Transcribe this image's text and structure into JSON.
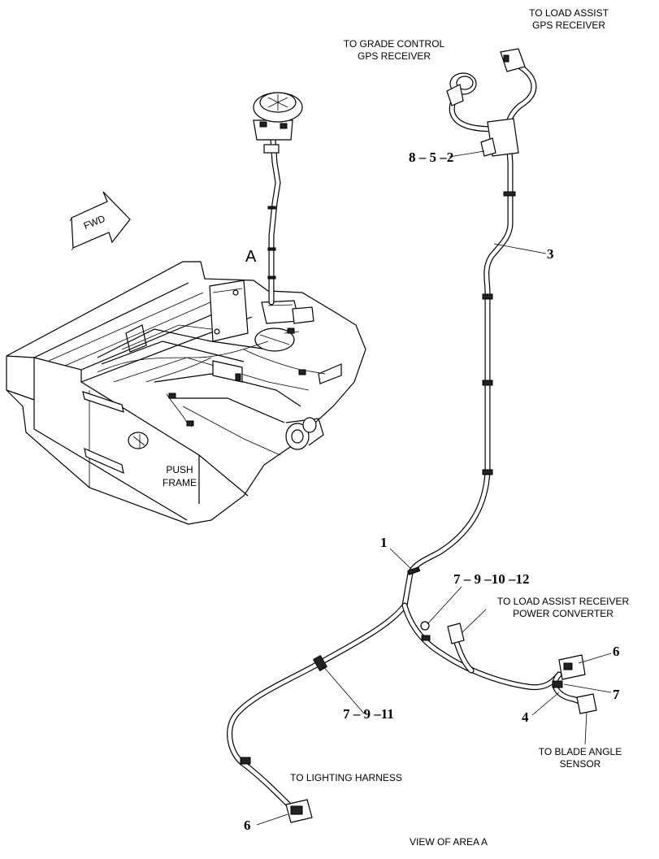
{
  "labels": {
    "load_assist_gps": [
      "TO LOAD ASSIST",
      "GPS RECEIVER"
    ],
    "grade_control_gps": [
      "TO GRADE CONTROL",
      "GPS RECEIVER"
    ],
    "load_assist_power": [
      "TO LOAD ASSIST RECEIVER",
      "POWER CONVERTER"
    ],
    "blade_angle": [
      "TO BLADE ANGLE",
      "SENSOR"
    ],
    "lighting_harness": "TO LIGHTING HARNESS",
    "push_frame": [
      "PUSH",
      "FRAME"
    ],
    "view": "VIEW OF AREA  A",
    "area": "A",
    "fwd": "FWD"
  },
  "callouts": {
    "c852": "8 – 5 –2",
    "c3": "3",
    "c1": "1",
    "c791012": "7 – 9 –10 –12",
    "c7911": "7 – 9 –11",
    "c6a": "6",
    "c7": "7",
    "c4": "4",
    "c6b": "6"
  }
}
